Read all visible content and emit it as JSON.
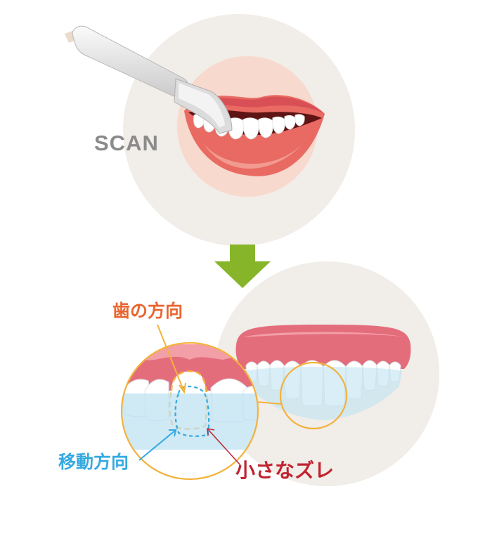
{
  "labels": {
    "scan": "SCAN",
    "tooth_direction": "歯の方向",
    "movement_direction": "移動方向",
    "small_gap": "小さなズレ"
  },
  "colors": {
    "tooth_direction": "#e9652f",
    "movement_direction": "#35a9e0",
    "small_gap": "#c0232f",
    "arrow": "#86b52a",
    "ring": "#f3b23c",
    "bg_circle": "#f1ede8",
    "mouth_glow": "#f7d9cd",
    "gum": "#e8727f",
    "aligner": "#bfe2f2"
  }
}
